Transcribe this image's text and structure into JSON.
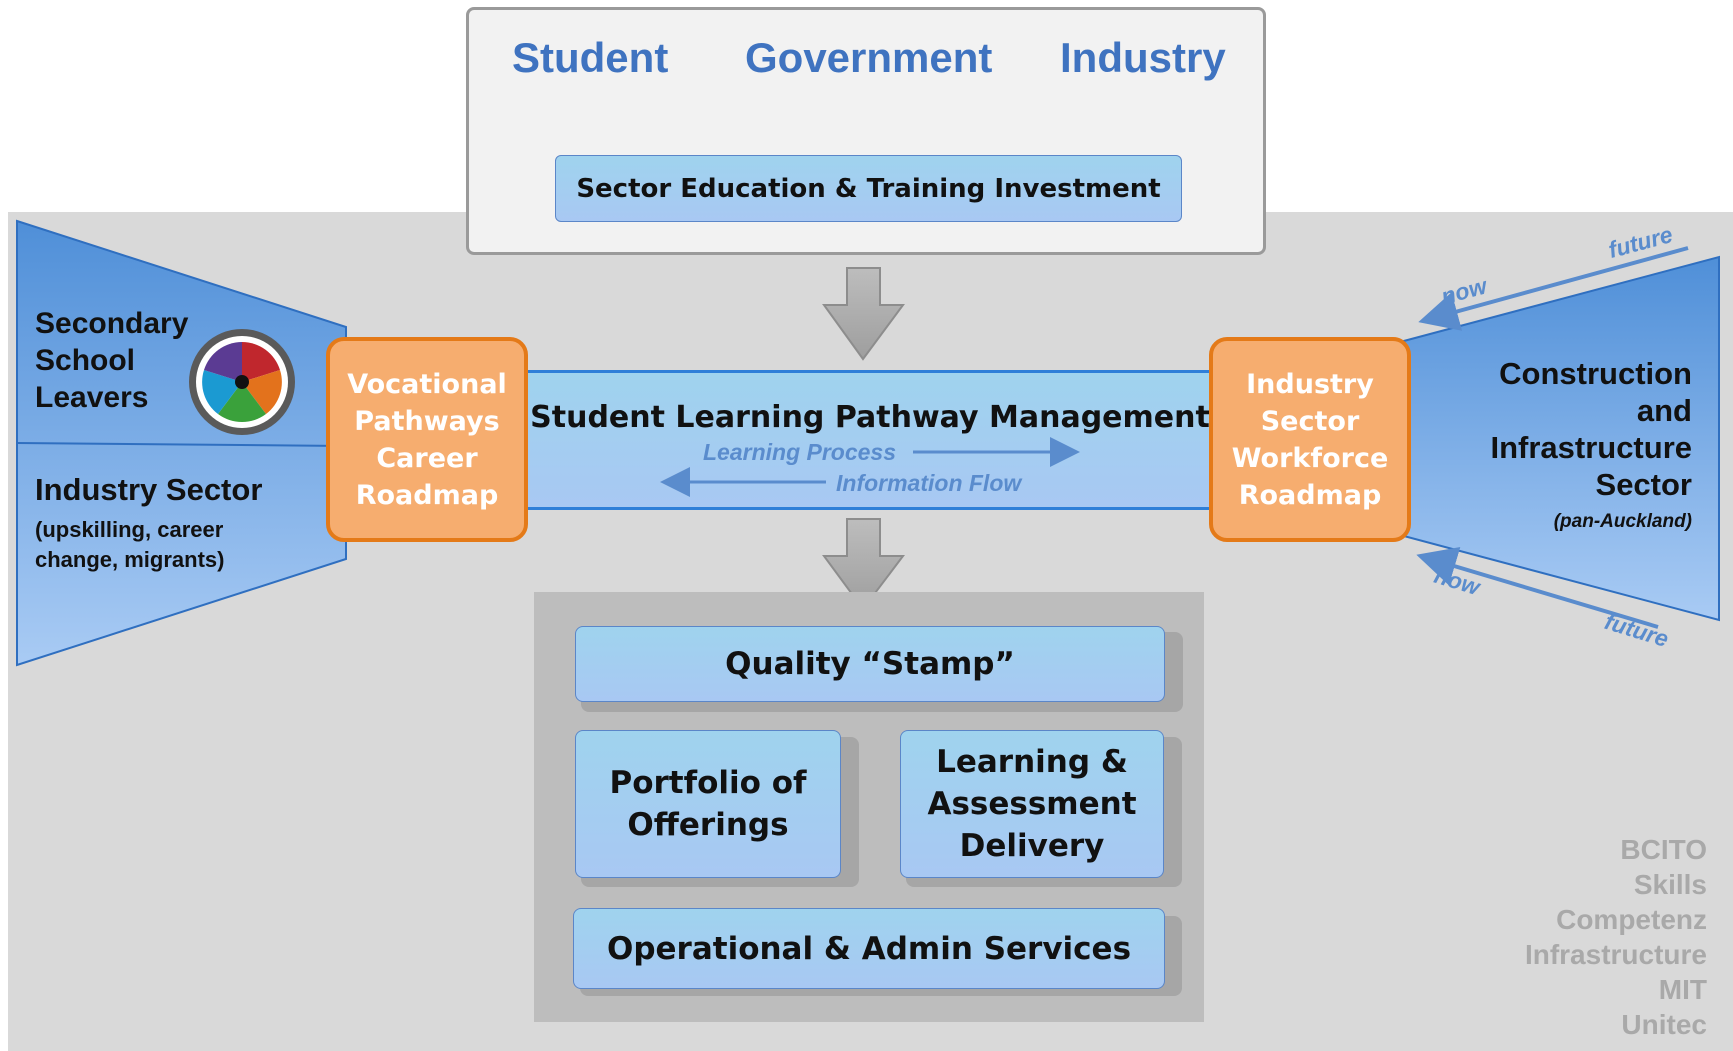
{
  "stakeholders": {
    "student": "Student",
    "government": "Government",
    "industry": "Industry"
  },
  "investment": "Sector Education & Training Investment",
  "pathway": {
    "title": "Student Learning Pathway Management",
    "learning_process": "Learning Process",
    "information_flow": "Information Flow"
  },
  "left": {
    "school_leavers": [
      "Secondary",
      "School",
      "Leavers"
    ],
    "industry_sector": "Industry Sector",
    "industry_sub": [
      "(upskilling, career",
      "change, migrants)"
    ],
    "roadmap": [
      "Vocational",
      "Pathways",
      "Career",
      "Roadmap"
    ]
  },
  "right": {
    "roadmap": [
      "Industry",
      "Sector",
      "Workforce",
      "Roadmap"
    ],
    "sector": [
      "Construction",
      "and",
      "Infrastructure",
      "Sector"
    ],
    "region": "(pan-Auckland)",
    "now_top": "now",
    "future_top": "future",
    "now_bottom": "now",
    "future_bottom": "future"
  },
  "delivery": {
    "quality": "Quality “Stamp”",
    "portfolio": [
      "Portfolio of",
      "Offerings"
    ],
    "learning": [
      "Learning &",
      "Assessment",
      "Delivery"
    ],
    "operational": "Operational & Admin Services"
  },
  "organisations": [
    "BCITO",
    "Skills",
    "Competenz",
    "Infrastructure",
    "MIT",
    "Unitec"
  ],
  "colors": {
    "stakeholder_text": "#3f73c0",
    "orange_fill": "#f6ad6f",
    "orange_border": "#e47a18",
    "pathway_border": "#2f7fd8",
    "flow_text": "#5a8ccd",
    "org_text": "#a9a9a9"
  }
}
